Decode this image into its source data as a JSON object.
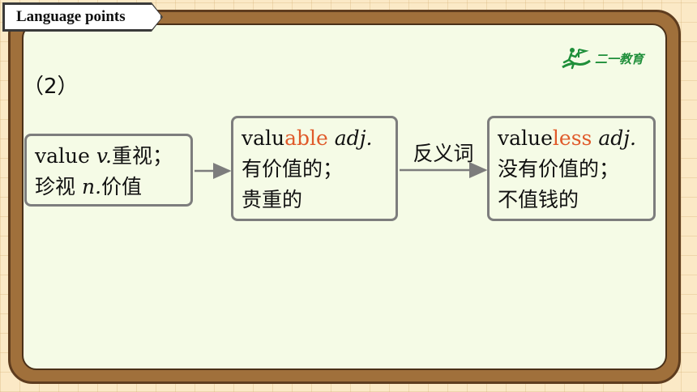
{
  "header": {
    "title": "Language points"
  },
  "logo": {
    "text": "二一教育",
    "icon": "runner-flag-icon"
  },
  "section": {
    "number": "（2）"
  },
  "boxes": {
    "value": {
      "line1_word": "value",
      "line1_pos": "v.",
      "line1_meaning": "重视；",
      "line2_meaning_a": "珍视",
      "line2_pos": "n.",
      "line2_meaning_b": "价值"
    },
    "valuable": {
      "root": "valu",
      "suffix": "able",
      "pos": "adj.",
      "line2": "有价值的；",
      "line3": "贵重的"
    },
    "valueless": {
      "root": "value",
      "suffix": "less",
      "pos": "adj.",
      "line2": "没有价值的；",
      "line3": "不值钱的"
    }
  },
  "relation": {
    "label": "反义词"
  },
  "colors": {
    "suffix_highlight": "#e05a2a",
    "box_border": "#7d7d7d",
    "logo_green": "#1f8f3a"
  }
}
